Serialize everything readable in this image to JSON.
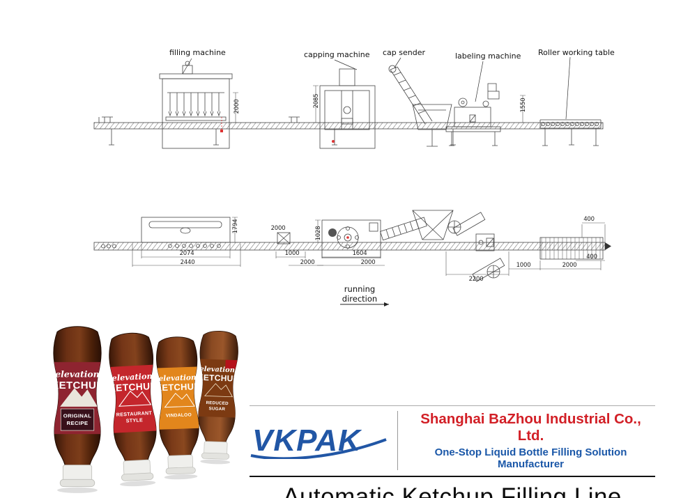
{
  "diagram": {
    "machine_labels": {
      "filling": "filling machine",
      "capping": "capping machine",
      "cap_sender": "cap sender",
      "labeling": "labeling machine",
      "roller_table": "Roller working table"
    },
    "side_dims": [
      "2000",
      "2085",
      "1550"
    ],
    "plan_dims": [
      "1794",
      "2000",
      "1028",
      "2074",
      "2440",
      "1000",
      "2000",
      "1604",
      "2000",
      "400",
      "2200",
      "1000",
      "2000",
      "400"
    ],
    "running_direction_line1": "running",
    "running_direction_line2": "direction"
  },
  "bottles": [
    {
      "brand": "elevation",
      "product": "KETCHUP",
      "variant_line1": "ORIGINAL",
      "variant_line2": "RECIPE",
      "label_color": "#8e2430"
    },
    {
      "brand": "elevation",
      "product": "KETCHUP",
      "variant_line1": "RESTAURANT",
      "variant_line2": "STYLE",
      "label_color": "#c4262c"
    },
    {
      "brand": "elevation",
      "product": "KETCHUP",
      "variant_line1": "VINDALOO",
      "variant_line2": "",
      "label_color": "#e2861c"
    },
    {
      "brand": "elevation",
      "product": "KETCHUP",
      "variant_line1": "REDUCED",
      "variant_line2": "SUGAR",
      "label_color": "#7c3a12"
    }
  ],
  "branding": {
    "logo_text": "VKPAK",
    "company": "Shanghai BaZhou Industrial Co., Ltd.",
    "tagline": "One-Stop Liquid Bottle Filling Solution Manufacturer",
    "title": "Automatic Ketchup Filling Line",
    "logo_color": "#2156a5",
    "company_color": "#d21f26",
    "tagline_color": "#1a57a8"
  }
}
